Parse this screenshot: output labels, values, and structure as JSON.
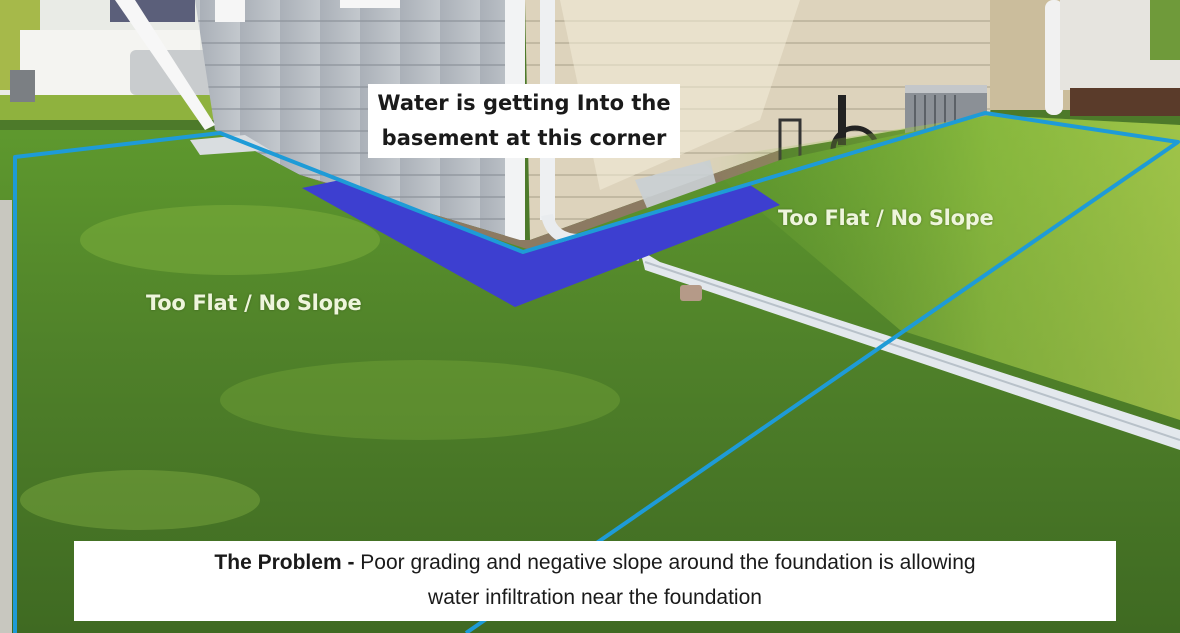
{
  "image": {
    "description": "Photo of a house foundation corner with grass lawn, annotated with a blue outline and a purple highlighted corner area indicating poor grading",
    "colors": {
      "outline": "#1e9bd7",
      "highlight": "#3d3fd0",
      "grass": "#4d7a2a",
      "siding_left": "#b9bec4",
      "siding_right": "#d9cfb8",
      "label_text_light": "#eef5dc"
    }
  },
  "annotations": {
    "callout": {
      "line1": "Water is getting Into the",
      "line2": "basement at this corner"
    },
    "grass_labels": {
      "right": "Too Flat / No Slope",
      "left": "Too Flat / No Slope"
    },
    "problem": {
      "lead": "The Problem -",
      "line1_rest": " Poor grading and negative slope around the foundation is allowing",
      "line2": "water infiltration near the foundation"
    }
  }
}
